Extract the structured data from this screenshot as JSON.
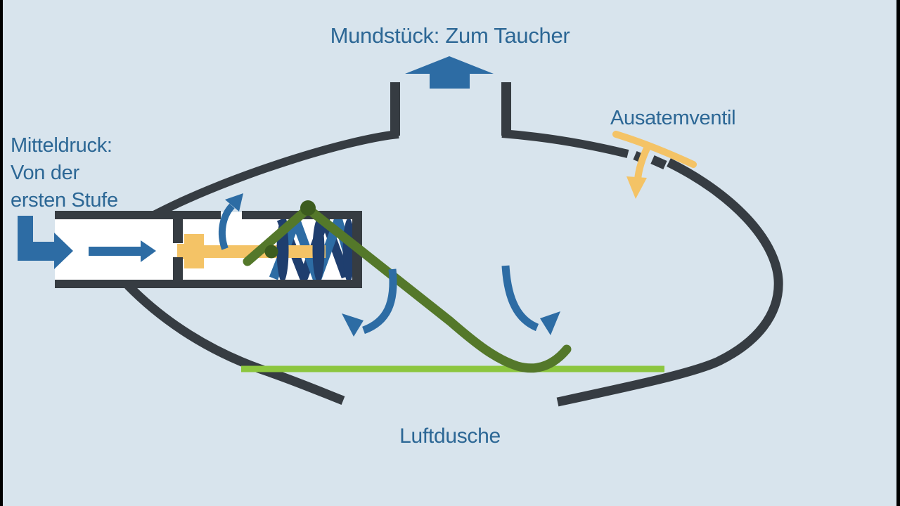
{
  "labels": {
    "mouthpiece": "Mundstück: Zum Taucher",
    "exhaust_valve": "Ausatemventil",
    "inlet_line1": "Mitteldruck:",
    "inlet_line2": "Von der",
    "inlet_line3": "ersten Stufe",
    "purge": "Luftdusche"
  },
  "colors": {
    "background": "#d8e4ed",
    "edge_bar": "#000000",
    "outline_dark": "#363c42",
    "arrow_blue": "#2d6ca4",
    "text_blue": "#2c6795",
    "valve_yellow": "#f4c366",
    "diaphragm_green": "#8cc63f",
    "lever_olive": "#54782a",
    "lever_pin_dark": "#3c5c1e",
    "spring_navy": "#1f3e6e",
    "chamber_white": "#ffffff"
  }
}
